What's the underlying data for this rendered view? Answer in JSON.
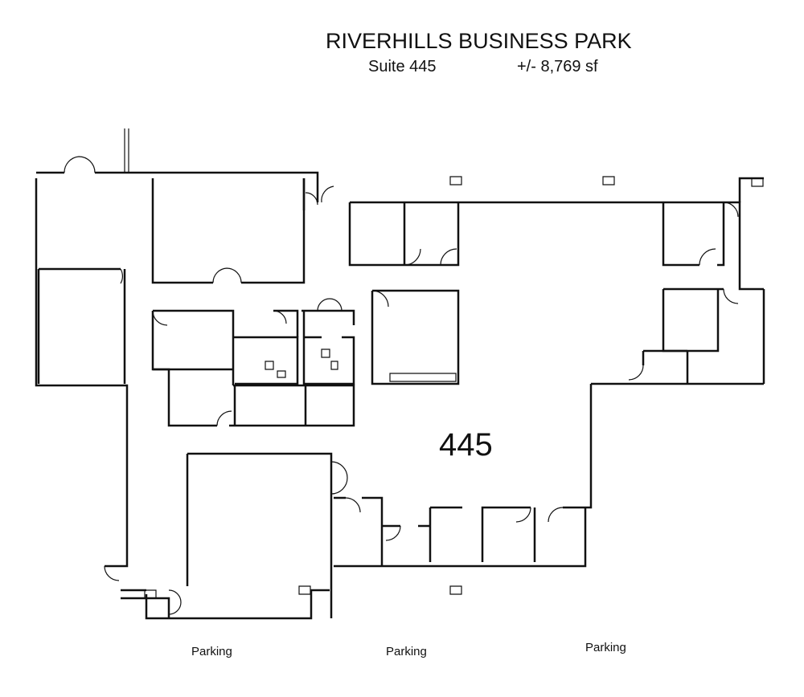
{
  "title": "RIVERHILLS BUSINESS PARK",
  "suite": "Suite 445",
  "area": "+/- 8,769 sf",
  "suite_number": "445",
  "parking_labels": [
    "Parking",
    "Parking",
    "Parking"
  ]
}
